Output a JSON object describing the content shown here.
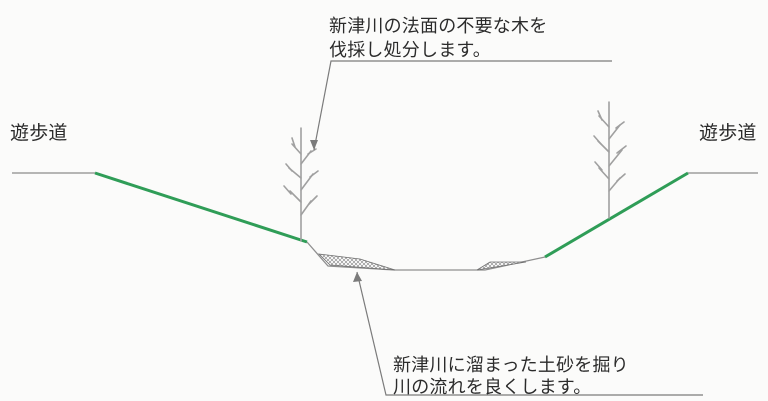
{
  "labels": {
    "walkway_left": "遊歩道",
    "walkway_right": "遊歩道"
  },
  "notes": {
    "top": {
      "line1": "新津川の法面の不要な木を",
      "line2": "伐採し処分します。"
    },
    "bottom": {
      "line1": "新津川に溜まった土砂を掘り",
      "line2": "川の流れを良くします。"
    }
  },
  "colors": {
    "slope_green": "#2f9d57",
    "line_gray": "#7a7a7a",
    "text": "#2b2b2b",
    "tree": "#a0a0a0"
  },
  "icons": {
    "tree_left": "tree-icon",
    "tree_right": "tree-icon",
    "sediment": "sediment-pattern"
  }
}
